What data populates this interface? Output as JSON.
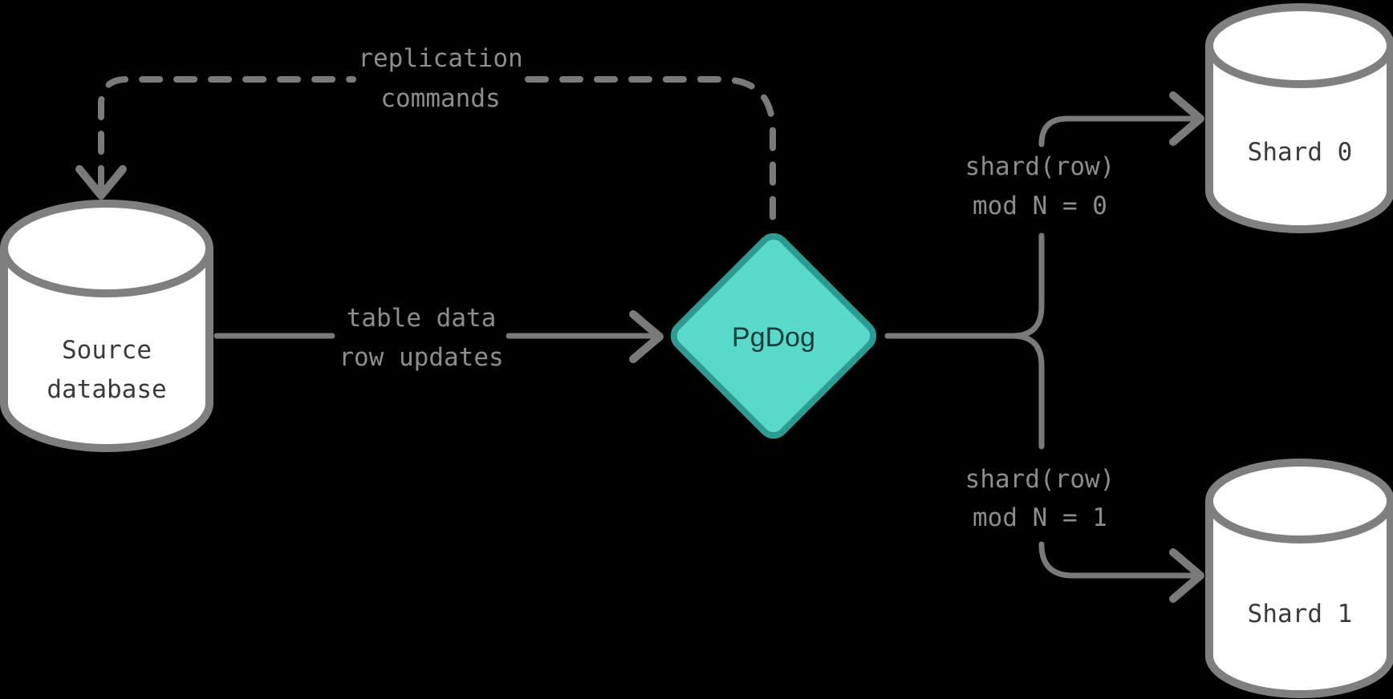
{
  "diagram": {
    "nodes": {
      "source_database": {
        "type": "database-cylinder",
        "label": [
          "Source",
          "database"
        ]
      },
      "pgdog": {
        "type": "decision-diamond",
        "label": "PgDog"
      },
      "shard_0": {
        "type": "database-cylinder",
        "label": "Shard 0"
      },
      "shard_1": {
        "type": "database-cylinder",
        "label": "Shard 1"
      }
    },
    "edges": {
      "replication_commands": {
        "from": "pgdog",
        "to": "source_database",
        "style": "dashed",
        "label": [
          "replication",
          "commands"
        ]
      },
      "table_data": {
        "from": "source_database",
        "to": "pgdog",
        "style": "solid",
        "label": [
          "table data",
          "row updates"
        ]
      },
      "shard_0_route": {
        "from": "pgdog",
        "to": "shard_0",
        "style": "solid",
        "label": [
          "shard(row)",
          "mod N = 0"
        ]
      },
      "shard_1_route": {
        "from": "pgdog",
        "to": "shard_1",
        "style": "solid",
        "label": [
          "shard(row)",
          "mod N = 1"
        ]
      }
    },
    "colors": {
      "bg": "#000000",
      "edge_color": "#7a7a7a",
      "edge_label_color": "#8d8d8d",
      "node_fill": "#ffffff",
      "node_stroke": "#7f7f7f",
      "node_text_color": "#3a3a3a",
      "diamond_fill": "#58d9ca",
      "diamond_stroke": "#2e9b92",
      "diamond_text_color": "#163a3c"
    }
  }
}
